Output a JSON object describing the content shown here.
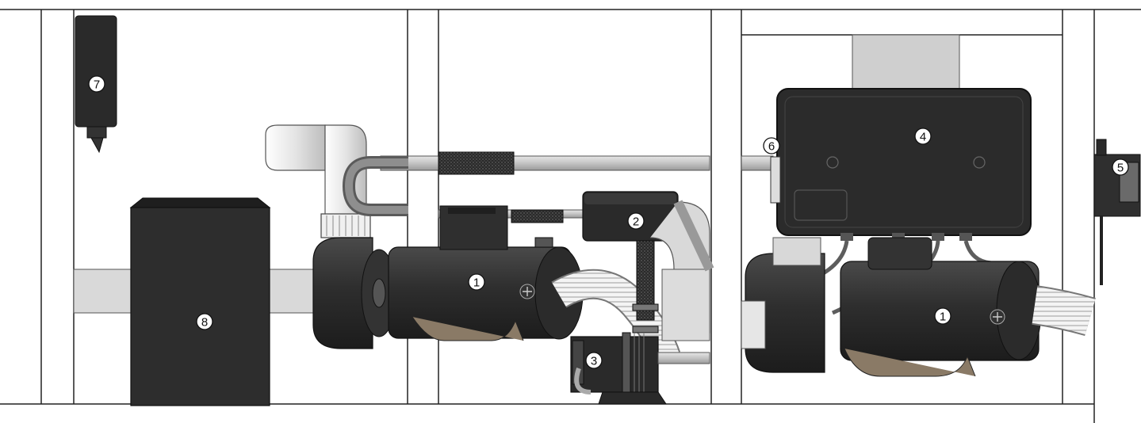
{
  "diagram": {
    "corner_mark": "'",
    "colors": {
      "frame": "#222222",
      "pipe_light": "#d6d6d6",
      "component_dark": "#3a3a3a",
      "component_black": "#222222",
      "bracket_brown": "#8a7a66",
      "flex_hose": "#eeeeee"
    },
    "callouts": [
      {
        "id": "c1a",
        "label": "1"
      },
      {
        "id": "c1b",
        "label": "1"
      },
      {
        "id": "c2",
        "label": "2"
      },
      {
        "id": "c3",
        "label": "3"
      },
      {
        "id": "c4",
        "label": "4"
      },
      {
        "id": "c5",
        "label": "5"
      },
      {
        "id": "c6",
        "label": "6"
      },
      {
        "id": "c7",
        "label": "7"
      },
      {
        "id": "c8",
        "label": "8"
      }
    ]
  }
}
